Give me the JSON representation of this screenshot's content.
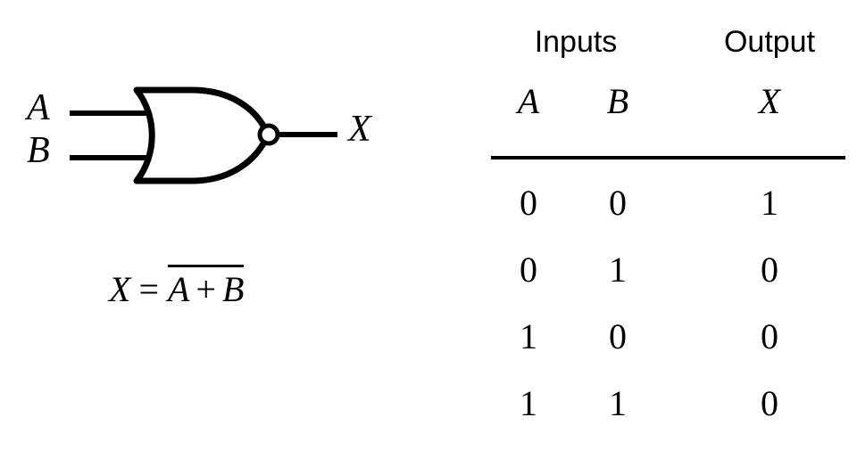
{
  "figure": {
    "kind": "logic-gate-figure",
    "gate_type": "NOR",
    "ink_color": "#000000",
    "background_color": "#ffffff"
  },
  "diagram": {
    "input_a_label": "A",
    "input_b_label": "B",
    "output_label": "X",
    "bubble_name": "inversion-bubble"
  },
  "equation": {
    "lhs": "X",
    "equals": "=",
    "overbar_left": "A",
    "overbar_op": "+",
    "overbar_right": "B",
    "full_text": "X = not(A + B)"
  },
  "table": {
    "group_headers": [
      "Inputs",
      "Output"
    ],
    "column_headers": [
      "A",
      "B",
      "X"
    ],
    "rows": [
      [
        "0",
        "0",
        "1"
      ],
      [
        "0",
        "1",
        "0"
      ],
      [
        "1",
        "0",
        "0"
      ],
      [
        "1",
        "1",
        "0"
      ]
    ]
  }
}
